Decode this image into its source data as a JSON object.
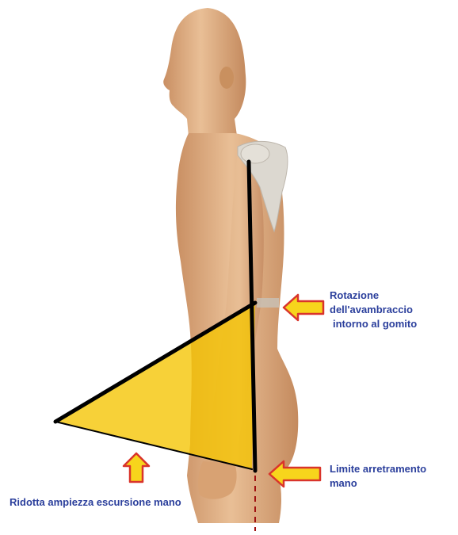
{
  "labels": {
    "rotation": {
      "line1": "Rotazione",
      "line2": "dell'avambraccio",
      "line3": "intorno al gomito"
    },
    "limit": {
      "line1": "Limite arretramento",
      "line2": "mano"
    },
    "excursion": "Ridotta ampiezza escursione mano"
  },
  "colors": {
    "label_text": "#2b3f9c",
    "arrow_fill": "#f7d51c",
    "arrow_stroke": "#d9342b",
    "triangle_fill": "#f5c400",
    "skin": "#e4b58b",
    "bone": "#d9d4cc",
    "lines": "#000000",
    "dashed_line": "#a01010"
  },
  "icons": {
    "rotation_arrow": "left-arrow-icon",
    "limit_arrow": "left-arrow-icon",
    "excursion_arrow": "up-arrow-icon"
  }
}
